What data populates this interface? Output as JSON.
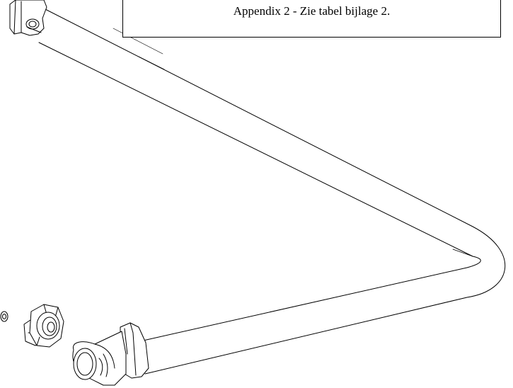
{
  "caption": {
    "text": "Appendix 2 - Zie tabel bijlage 2."
  },
  "line_color": "#000000",
  "background_color": "#ffffff",
  "parts": {
    "tube": "bent-tube",
    "top_fitting": "elbow-fitting-top",
    "bottom_fitting": "elbow-fitting-bottom",
    "nut": "hex-nut",
    "washer": "washer"
  }
}
